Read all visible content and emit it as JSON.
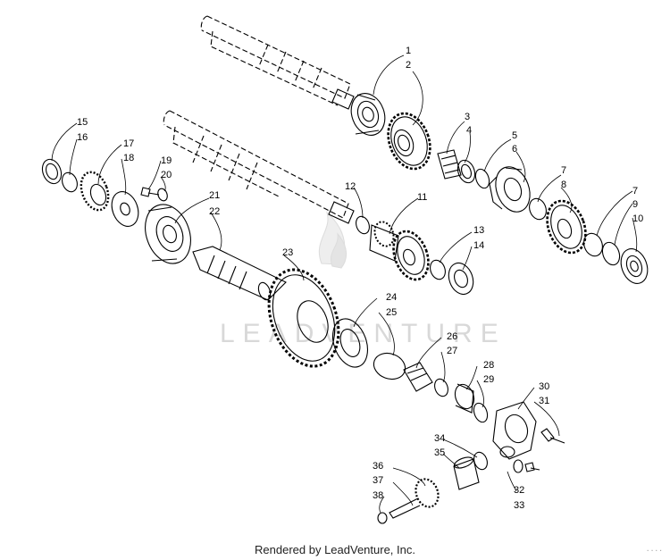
{
  "callouts": [
    "1",
    "2",
    "3",
    "4",
    "5",
    "6",
    "7",
    "8",
    "7",
    "9",
    "10",
    "11",
    "12",
    "13",
    "14",
    "15",
    "16",
    "17",
    "18",
    "19",
    "20",
    "21",
    "22",
    "23",
    "24",
    "25",
    "26",
    "27",
    "28",
    "29",
    "30",
    "31",
    "32",
    "33",
    "34",
    "35",
    "36",
    "37",
    "38"
  ],
  "watermark_text": "LEADVENTURE",
  "footer_text": "Rendered by LeadVenture, Inc.",
  "corner_code": "...."
}
